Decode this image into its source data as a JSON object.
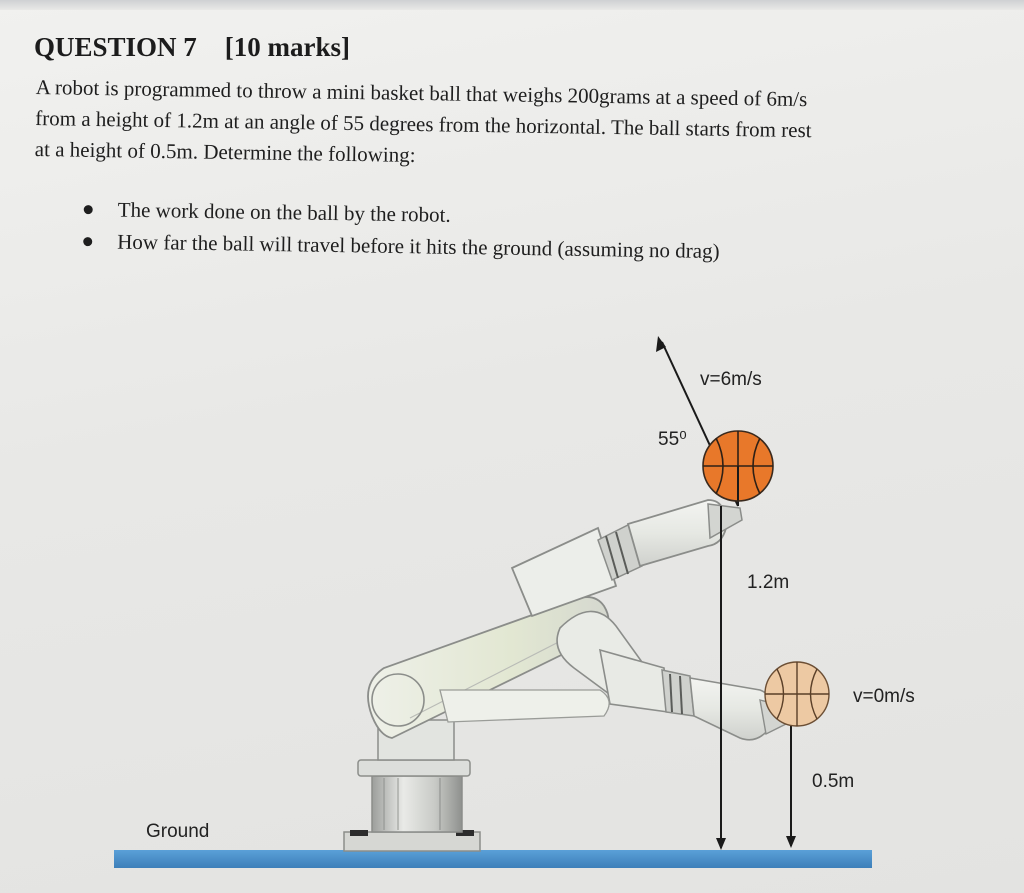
{
  "question": {
    "number": "QUESTION 7",
    "marks": "[10 marks]",
    "body_lines": [
      "A robot is programmed to throw a mini basket ball that weighs 200grams at a speed of 6m/s",
      "from a height of 1.2m at an angle of 55 degrees from the horizontal. The ball starts from rest",
      "at a height of 0.5m.  Determine the following:"
    ],
    "tasks": [
      "The work done on the ball by the robot.",
      "How far the ball will travel before it hits the ground (assuming no drag)"
    ]
  },
  "diagram": {
    "launch_velocity": "v=6m/s",
    "angle": "55⁰",
    "release_height": "1.2m",
    "start_velocity": "v=0m/s",
    "start_height": "0.5m",
    "ground": "Ground",
    "colors": {
      "ground": "#4a8fcb",
      "ball_top": "#e8782a",
      "ball_bottom": "#edc9a3",
      "robot_body": "#e4e6e2",
      "robot_outline": "#8b8d8a"
    }
  }
}
